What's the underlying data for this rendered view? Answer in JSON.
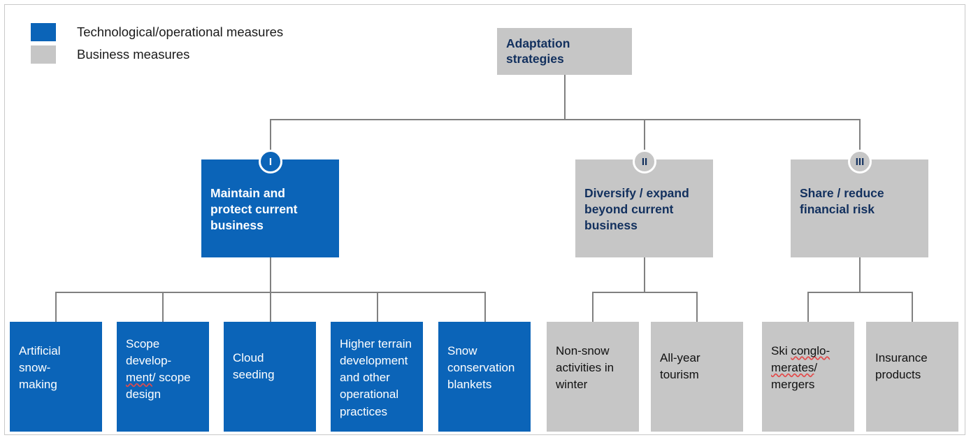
{
  "legend": {
    "items": [
      {
        "label": "Technological/operational measures",
        "color": "#0b64b8",
        "key": "technological"
      },
      {
        "label": "Business measures",
        "color": "#c6c6c6",
        "key": "business"
      }
    ]
  },
  "diagram": {
    "type": "hierarchy-tree",
    "root": {
      "label": "Adaptation\nstrategies",
      "category": "business",
      "fill": "#c6c6c6",
      "text_color": "#12305e"
    },
    "branches": [
      {
        "numeral": "I",
        "label": "Maintain and\nprotect current\nbusiness",
        "category": "technological",
        "fill": "#0b64b8",
        "text_color": "#ffffff",
        "children": [
          {
            "label": "Artificial\nsnow-\nmaking",
            "category": "technological"
          },
          {
            "label": "Scope\ndevelop-\nment/ scope\ndesign",
            "category": "technological",
            "misspelled": "ment"
          },
          {
            "label": "Cloud\nseeding",
            "category": "technological"
          },
          {
            "label": "Higher terrain\ndevelopment\nand other\noperational\npractices",
            "category": "technological"
          },
          {
            "label": "Snow\nconservation\nblankets",
            "category": "technological"
          }
        ]
      },
      {
        "numeral": "II",
        "label": "Diversify / expand\nbeyond current\nbusiness",
        "category": "business",
        "fill": "#c6c6c6",
        "text_color": "#12305e",
        "children": [
          {
            "label": "Non-snow\nactivities in\nwinter",
            "category": "business"
          },
          {
            "label": "All-year\ntourism",
            "category": "business"
          }
        ]
      },
      {
        "numeral": "III",
        "label": "Share / reduce\nfinancial risk",
        "category": "business",
        "fill": "#c6c6c6",
        "text_color": "#12305e",
        "children": [
          {
            "label": "Ski conglo-\nmerates/\nmergers",
            "category": "business",
            "misspelled": "conglo-merates"
          },
          {
            "label": "Insurance\nproducts",
            "category": "business"
          }
        ]
      }
    ]
  },
  "colors": {
    "accent_blue": "#0b64b8",
    "gray_fill": "#c6c6c6",
    "dark_blue_text": "#12305e",
    "connector": "#808080",
    "frame": "#c9c9c9"
  }
}
